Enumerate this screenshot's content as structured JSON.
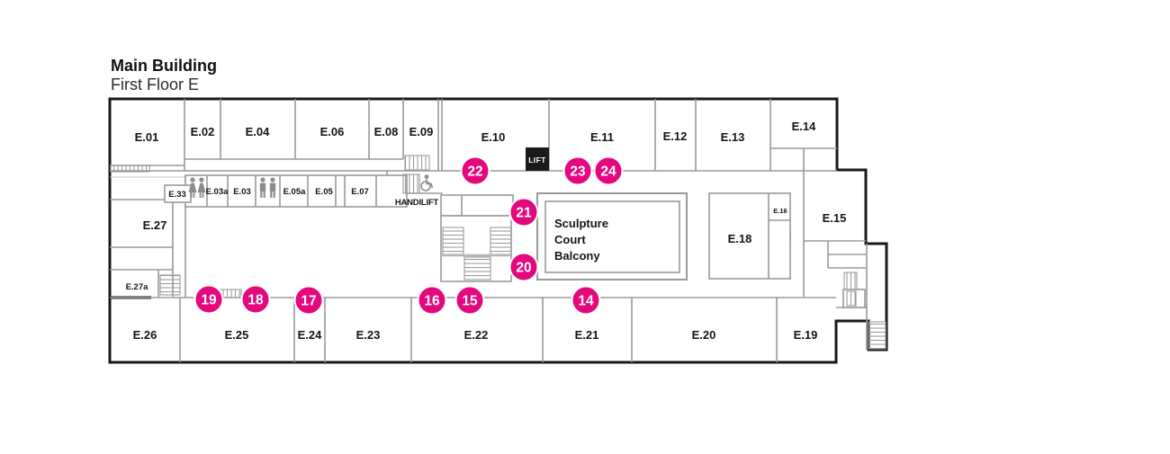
{
  "header": {
    "title": "Main Building",
    "subtitle": "First Floor E"
  },
  "colors": {
    "accent_pink": "#E5077E",
    "wall_black": "#1A1A1A",
    "wall_gray": "#9A9A9A"
  },
  "rooms": {
    "top_row": [
      "E.01",
      "E.02",
      "E.04",
      "E.06",
      "E.08",
      "E.09",
      "E.10",
      "E.11",
      "E.12",
      "E.13",
      "E.14"
    ],
    "mezzanine_row": [
      "E.33",
      "E.03a",
      "E.03",
      "E.05a",
      "E.05",
      "E.07"
    ],
    "west_wing": [
      "E.27",
      "E.27a"
    ],
    "east_wing": [
      "E.16",
      "E.18",
      "E.15"
    ],
    "bottom_row": [
      "E.26",
      "E.25",
      "E.24",
      "E.23",
      "E.22",
      "E.21",
      "E.20",
      "E.19"
    ]
  },
  "labels": {
    "lift": "LIFT",
    "handilift": "HANDILIFT",
    "sculpture_court": [
      "Sculpture",
      "Court",
      "Balcony"
    ]
  },
  "icons": {
    "female_toilet": "female-toilet-icon",
    "male_toilet": "male-toilet-icon",
    "wheelchair": "wheelchair-accessible-icon"
  },
  "stops": [
    "22",
    "23",
    "24",
    "21",
    "20",
    "19",
    "18",
    "17",
    "16",
    "15",
    "14"
  ]
}
